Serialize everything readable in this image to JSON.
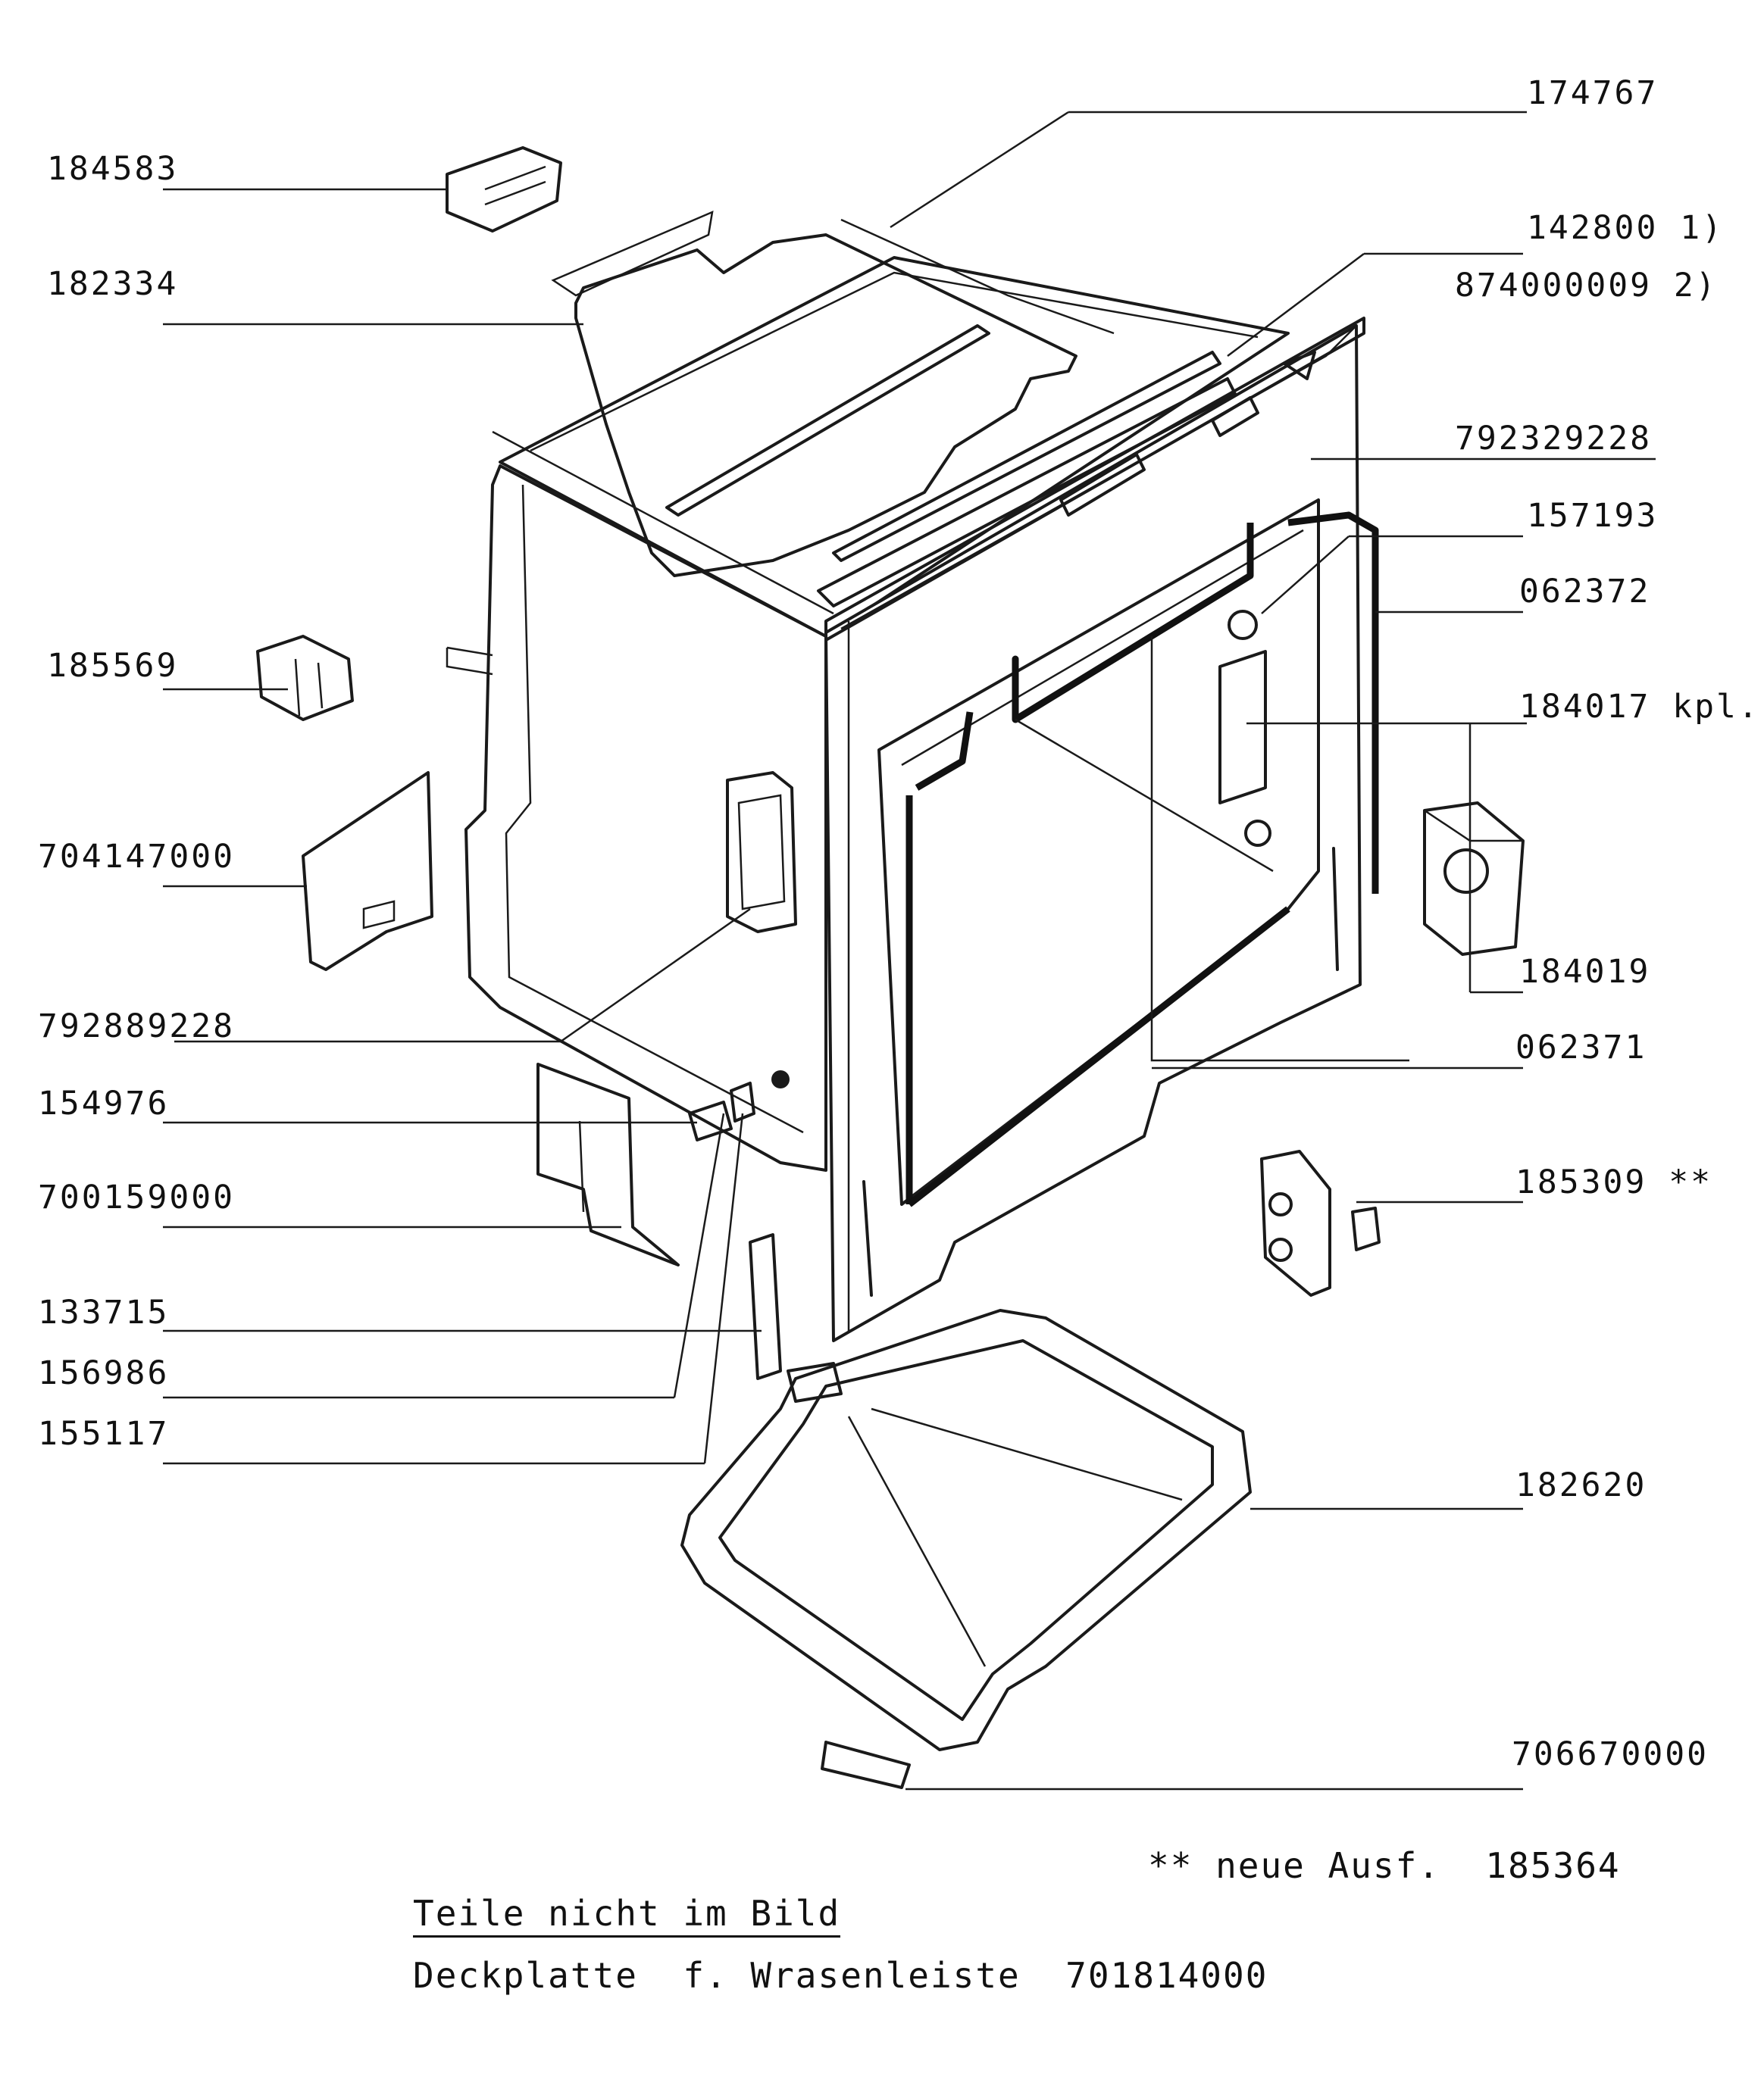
{
  "labels": {
    "p174767": "174767",
    "p184583": "184583",
    "p142800": "142800 1)",
    "p874000009": "874000009 2)",
    "p182334": "182334",
    "p792329228": "792329228",
    "p157193": "157193",
    "p062372": "062372",
    "p185569": "185569",
    "p184017": "184017 kpl.",
    "p704147000": "704147000",
    "p184019": "184019",
    "p792889228": "792889228",
    "p062371": "062371",
    "p154976": "154976",
    "p700159000": "700159000",
    "p185309": "185309 **",
    "p133715": "133715",
    "p156986": "156986",
    "p155117": "155117",
    "p182620": "182620",
    "p706670000": "706670000"
  },
  "notes": {
    "new_version": "** neue Ausf.  185364",
    "not_pictured_heading": "Teile nicht im Bild",
    "not_pictured_item": "Deckplatte  f. Wrasenleiste  701814000"
  }
}
